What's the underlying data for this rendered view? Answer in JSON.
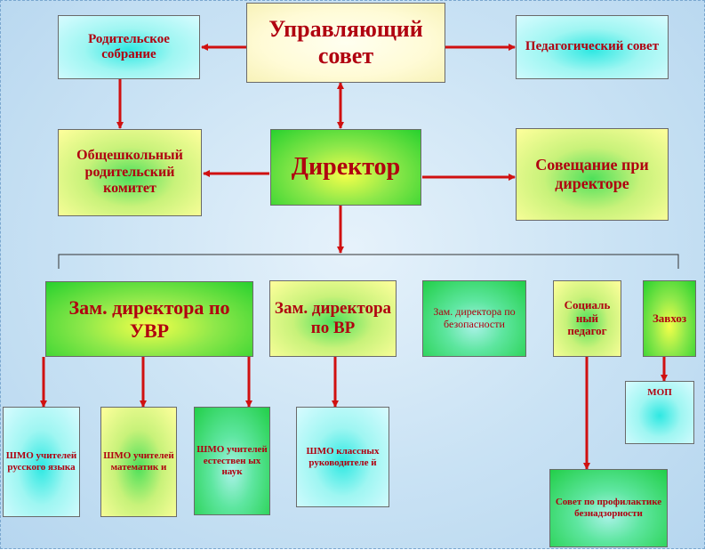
{
  "boxes": {
    "governing_council": "Управляющий совет",
    "parent_meeting": "Родительское собрание",
    "pedagogical_council": "Педагогический совет",
    "director": "Директор",
    "school_parent_committee": "Общешкольный родительский комитет",
    "director_meeting": "Совещание при директоре",
    "deputy_uvr": "Зам. директора по УВР",
    "deputy_vr": "Зам. директора по ВР",
    "deputy_safety": "Зам. директора по безопасности",
    "social_pedagogue": "Социаль ный педагог",
    "caretaker": "Завхоз",
    "shmo_russian": "ШМО учителей русского языка",
    "shmo_math": "ШМО учителей математик и",
    "shmo_science": "ШМО учителей естествен ых наук",
    "shmo_class_teachers": "ШМО классных руководителе й",
    "mop": "МОП",
    "prevention_council": "Совет по профилактике безнадзорности"
  },
  "colors": {
    "text": "#b00010",
    "arrow": "#d01010",
    "line": "#333333"
  }
}
